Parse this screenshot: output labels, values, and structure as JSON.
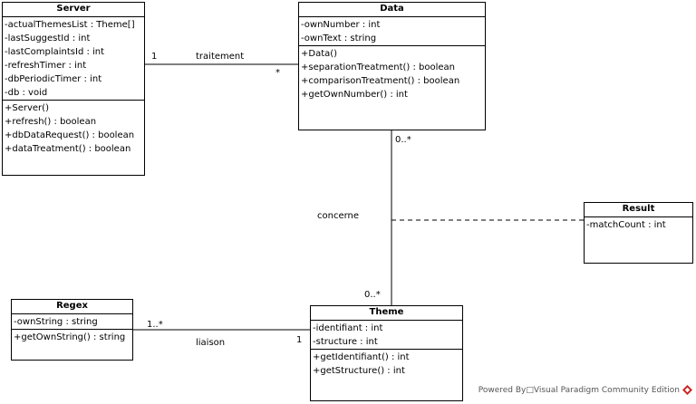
{
  "classes": {
    "server": {
      "name": "Server",
      "attributes": [
        "-actualThemesList : Theme[]",
        "-lastSuggestId : int",
        "-lastComplaintsId : int",
        "-refreshTimer : int",
        "-dbPeriodicTimer : int",
        "-db : void"
      ],
      "operations": [
        "+Server()",
        "+refresh() : boolean",
        "+dbDataRequest() : boolean",
        "+dataTreatment() : boolean"
      ]
    },
    "data": {
      "name": "Data",
      "attributes": [
        "-ownNumber : int",
        "-ownText : string"
      ],
      "operations": [
        "+Data()",
        "+separationTreatment() : boolean",
        "+comparisonTreatment() : boolean",
        "+getOwnNumber() : int"
      ]
    },
    "result": {
      "name": "Result",
      "attributes": [
        "-matchCount : int"
      ],
      "operations": []
    },
    "regex": {
      "name": "Regex",
      "attributes": [
        "-ownString : string"
      ],
      "operations": [
        "+getOwnString() : string"
      ]
    },
    "theme": {
      "name": "Theme",
      "attributes": [
        "-identifiant : int",
        "-structure : int"
      ],
      "operations": [
        "+getIdentifiant() : int",
        "+getStructure() : int"
      ]
    }
  },
  "associations": {
    "traitement": {
      "name": "traitement",
      "source_mult": "1",
      "target_mult": "*"
    },
    "concerne": {
      "name": "concerne",
      "source_mult": "0..*",
      "target_mult": "0..*"
    },
    "liaison": {
      "name": "liaison",
      "source_mult": "1..*",
      "target_mult": "1"
    }
  },
  "footer": {
    "text": "Powered By□Visual Paradigm Community Edition",
    "logo_color": "#cc2222"
  }
}
